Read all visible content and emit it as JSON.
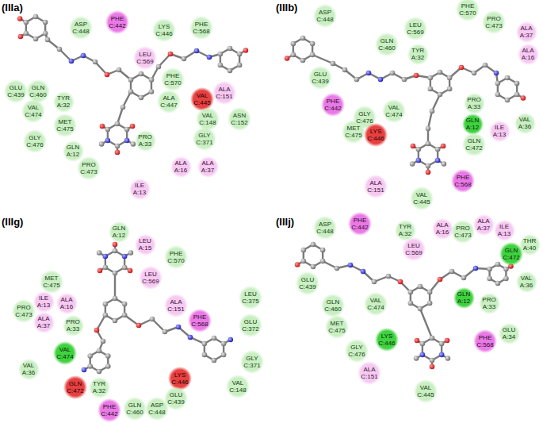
{
  "diagram": {
    "nodes": [
      {
        "text": [
          "ASP C:448"
        ]
      },
      {
        "text": [
          "PHE C:442"
        ]
      },
      {
        "text": [
          "LYS C:446"
        ]
      },
      {
        "text": [
          "PHE C:568"
        ]
      },
      {
        "text": [
          "LEU C:569"
        ]
      },
      {
        "text": [
          "PHE C:570"
        ]
      },
      {
        "text": [
          "ALA C:151"
        ]
      },
      {
        "text": [
          "GLU C:439"
        ]
      },
      {
        "text": [
          "GLN C:460"
        ]
      },
      {
        "text": [
          "TYR A:32"
        ]
      },
      {
        "text": [
          "ALA C:447"
        ]
      },
      {
        "text": [
          "VAL C:445"
        ]
      },
      {
        "text": [
          "VAL C:474"
        ]
      },
      {
        "text": [
          "VAL C:148"
        ]
      },
      {
        "text": [
          "ASN C:152"
        ]
      },
      {
        "text": [
          "MET C:475"
        ]
      },
      {
        "text": [
          "PRO A:33"
        ]
      },
      {
        "text": [
          "GLY C:371"
        ]
      },
      {
        "text": [
          "GLY C:476"
        ]
      },
      {
        "text": [
          "GLN A:12"
        ]
      },
      {
        "text": [
          "ALA A:16"
        ]
      },
      {
        "text": [
          "ALA A:37"
        ]
      },
      {
        "text": [
          "PRO C:473"
        ]
      },
      {
        "text": [
          "ILE A:13"
        ]
      },
      {
        "text": [
          "ASP C:448"
        ]
      },
      {
        "text": [
          "PHE C:570"
        ]
      },
      {
        "text": [
          "PRO C:473"
        ]
      },
      {
        "text": [
          "LEU C:569"
        ]
      },
      {
        "text": [
          "ALA A:37"
        ]
      },
      {
        "text": [
          "GLN C:460"
        ]
      },
      {
        "text": [
          "TYR A:32"
        ]
      },
      {
        "text": [
          "ALA A:16"
        ]
      },
      {
        "text": [
          "GLU C:439"
        ]
      },
      {
        "text": [
          "PHE C:442"
        ]
      },
      {
        "text": [
          "PRO A:33"
        ]
      },
      {
        "text": [
          "VAL C:474"
        ]
      },
      {
        "text": [
          "GLY C:476"
        ]
      },
      {
        "text": [
          "GLN A:12"
        ]
      },
      {
        "text": [
          "VAL A:36"
        ]
      },
      {
        "text": [
          "ILE A:13"
        ]
      },
      {
        "text": [
          "MET C:475"
        ]
      },
      {
        "text": [
          "LYS C:446"
        ]
      },
      {
        "text": [
          "GLN C:472"
        ]
      },
      {
        "text": [
          "ALA C:151"
        ]
      },
      {
        "text": [
          "PHE C:568"
        ]
      },
      {
        "text": [
          "VAL C:445"
        ]
      },
      {
        "text": [
          "GLN A:12"
        ]
      },
      {
        "text": [
          "LEU A:15"
        ]
      },
      {
        "text": [
          "PHE C:570"
        ]
      },
      {
        "text": [
          "LEU C:569"
        ]
      },
      {
        "text": [
          "MET C:475"
        ]
      },
      {
        "text": [
          "ILE A:13"
        ]
      },
      {
        "text": [
          "ALA A:16"
        ]
      },
      {
        "text": [
          "PRO C:473"
        ]
      },
      {
        "text": [
          "ALA C:151"
        ]
      },
      {
        "text": [
          "LEU C:375"
        ]
      },
      {
        "text": [
          "ALA A:37"
        ]
      },
      {
        "text": [
          "PRO A:33"
        ]
      },
      {
        "text": [
          "PHE C:568"
        ]
      },
      {
        "text": [
          "GLU C:372"
        ]
      },
      {
        "text": [
          "VAL C:474"
        ]
      },
      {
        "text": [
          "GLY C:371"
        ]
      },
      {
        "text": [
          "VAL A:36"
        ]
      },
      {
        "text": [
          "LYS C:446"
        ]
      },
      {
        "text": [
          "VAL C:148"
        ]
      },
      {
        "text": [
          "GLN C:472"
        ]
      },
      {
        "text": [
          "TYR A:32"
        ]
      },
      {
        "text": [
          "GLU C:439"
        ]
      },
      {
        "text": [
          "ASP C:448"
        ]
      },
      {
        "text": [
          "GLN C:460"
        ]
      },
      {
        "text": [
          "PHE C:442"
        ]
      },
      {
        "text": [
          "ASP C:448"
        ]
      },
      {
        "text": [
          "PHE C:442"
        ]
      },
      {
        "text": [
          "TYR A:32"
        ]
      },
      {
        "text": [
          "ALA A:16"
        ]
      },
      {
        "text": [
          "PRO C:473"
        ]
      },
      {
        "text": [
          "ALA A:37"
        ]
      },
      {
        "text": [
          "ILE A:13"
        ]
      },
      {
        "text": [
          "LEU C:569"
        ]
      },
      {
        "text": [
          "THR A:40"
        ]
      },
      {
        "text": [
          "GLN C:472"
        ]
      },
      {
        "text": [
          "GLU C:439"
        ]
      },
      {
        "text": [
          "VAL A:36"
        ]
      },
      {
        "text": [
          "GLN A:12"
        ]
      },
      {
        "text": [
          "PRO A:33"
        ]
      },
      {
        "text": [
          "VAL C:474"
        ]
      },
      {
        "text": [
          "GLN C:460"
        ]
      },
      {
        "text": [
          "MET C:475"
        ]
      },
      {
        "text": [
          "GLU A:34"
        ]
      },
      {
        "text": [
          "LYS C:446"
        ]
      },
      {
        "text": [
          "PHE C:568"
        ]
      },
      {
        "text": [
          "GLY C:476"
        ]
      },
      {
        "text": [
          "ALA C:151"
        ]
      },
      {
        "text": [
          "VAL C:445"
        ]
      }
    ],
    "edges": [],
    "labels": [
      "(IIIa)",
      "(IIIb)",
      "(IIIg)",
      "(IIIj)"
    ]
  }
}
